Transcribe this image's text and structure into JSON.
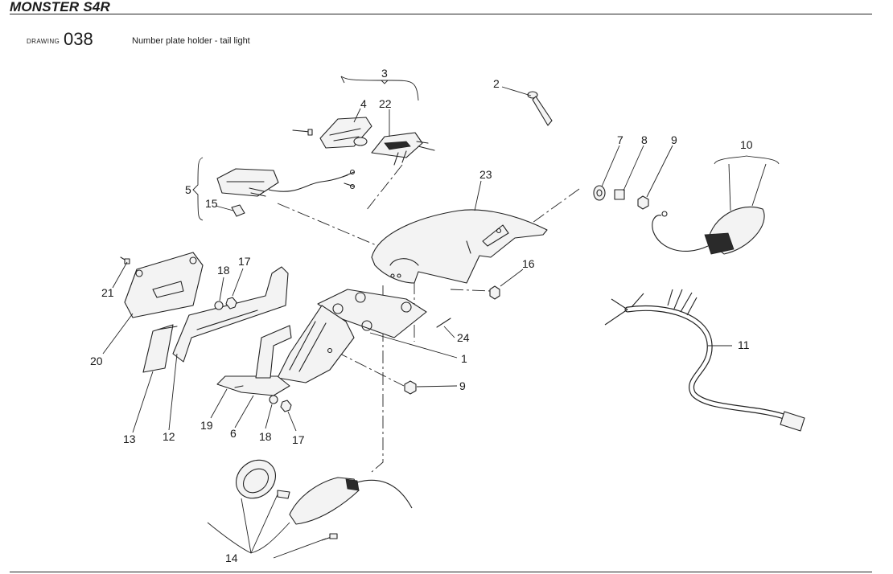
{
  "header": {
    "model": "MONSTER S4R",
    "drawing_label": "DRAWING",
    "drawing_number": "038",
    "caption": "Number plate holder - tail light"
  },
  "callouts": {
    "c1": "1",
    "c2": "2",
    "c3": "3",
    "c4": "4",
    "c5": "5",
    "c6": "6",
    "c7": "7",
    "c8": "8",
    "c9a": "9",
    "c9b": "9",
    "c10": "10",
    "c11": "11",
    "c12": "12",
    "c13": "13",
    "c14": "14",
    "c15": "15",
    "c16": "16",
    "c17a": "17",
    "c17b": "17",
    "c18a": "18",
    "c18b": "18",
    "c19": "19",
    "c20": "20",
    "c21": "21",
    "c22": "22",
    "c23": "23",
    "c24": "24"
  }
}
